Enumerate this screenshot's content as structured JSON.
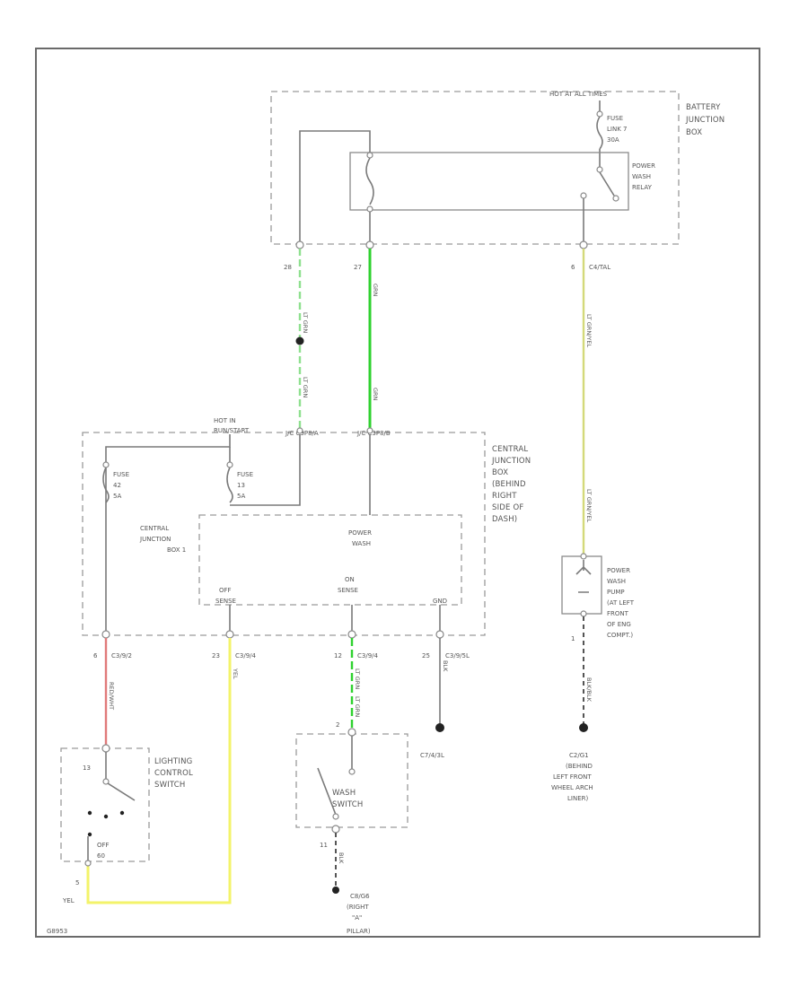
{
  "colors": {
    "frame": "#6a6a6a",
    "wire_gray": "#7a7a7a",
    "wire_lt_grn": "#8fe08f",
    "wire_grn": "#2fd12f",
    "wire_lt_grn_yel": "#d4d97a",
    "wire_red": "#e07a7a",
    "wire_yel": "#f3f36a",
    "ground_dot": "#222222"
  },
  "diagram_id": "G8953",
  "battery_jb": {
    "hot_label": "HOT AT ALL TIMES",
    "box_label": [
      "BATTERY",
      "JUNCTION",
      "BOX"
    ],
    "fuse": [
      "FUSE",
      "LINK 7",
      "30A"
    ],
    "relay": [
      "POWER",
      "WASH",
      "RELAY"
    ],
    "pin_left": "28",
    "pin_mid": "27",
    "pin_right": "6",
    "conn_right": "C4/TAL"
  },
  "wires_upper": {
    "left": "LT GRN",
    "mid": "GRN",
    "right": "LT GRN/YEL"
  },
  "central_jb": {
    "hot_label": [
      "HOT IN",
      "RUN/START"
    ],
    "conn_left": "J/C C3P8/A",
    "conn_mid": "J/C C3P8/B",
    "box_label": [
      "CENTRAL",
      "JUNCTION",
      "BOX",
      "(BEHIND",
      "RIGHT",
      "SIDE OF",
      "DASH)"
    ],
    "fuse_left": [
      "FUSE",
      "42",
      "5A"
    ],
    "fuse_right": [
      "FUSE",
      "13",
      "5A"
    ],
    "inner_label": [
      "CENTRAL",
      "JUNCTION",
      "BOX 1"
    ],
    "power_wash": [
      "POWER",
      "WASH"
    ],
    "off_label": [
      "OFF",
      "SENSE"
    ],
    "on_label": [
      "ON",
      "SENSE"
    ],
    "gnd_label": "GND"
  },
  "lower_pins": [
    {
      "pin": "6",
      "conn": "C3/9/2"
    },
    {
      "pin": "23",
      "conn": "C3/9/4"
    },
    {
      "pin": "12",
      "conn": "C3/9/4"
    },
    {
      "pin": "25",
      "conn": "C3/9/5L"
    }
  ],
  "wires_lower": {
    "red": "RED/WHT",
    "yel": "YEL",
    "grn": "LT GRN",
    "gnd": "BLK"
  },
  "ground_center": "C7/4/3L",
  "pump": {
    "label": [
      "POWER",
      "WASH",
      "PUMP",
      "(AT LEFT",
      "FRONT",
      "OF ENG",
      "COMPT.)"
    ],
    "pin": "1",
    "wire": "BLK/BLK",
    "ground": [
      "C2/G1",
      "(BEHIND",
      "LEFT FRONT",
      "WHEEL ARCH",
      "LINER)"
    ]
  },
  "lighting_switch": {
    "label": [
      "LIGHTING",
      "CONTROL",
      "SWITCH"
    ],
    "pin_top": "13",
    "off_label": [
      "OFF",
      "60"
    ],
    "pin_bottom": "5",
    "wire": "YEL"
  },
  "wash_switch": {
    "label": [
      "WASH",
      "SWITCH"
    ],
    "pin_top": "2",
    "pin_bottom": "11",
    "ground": [
      "C8/G6",
      "(RIGHT",
      "\"A\"",
      "PILLAR)"
    ]
  }
}
